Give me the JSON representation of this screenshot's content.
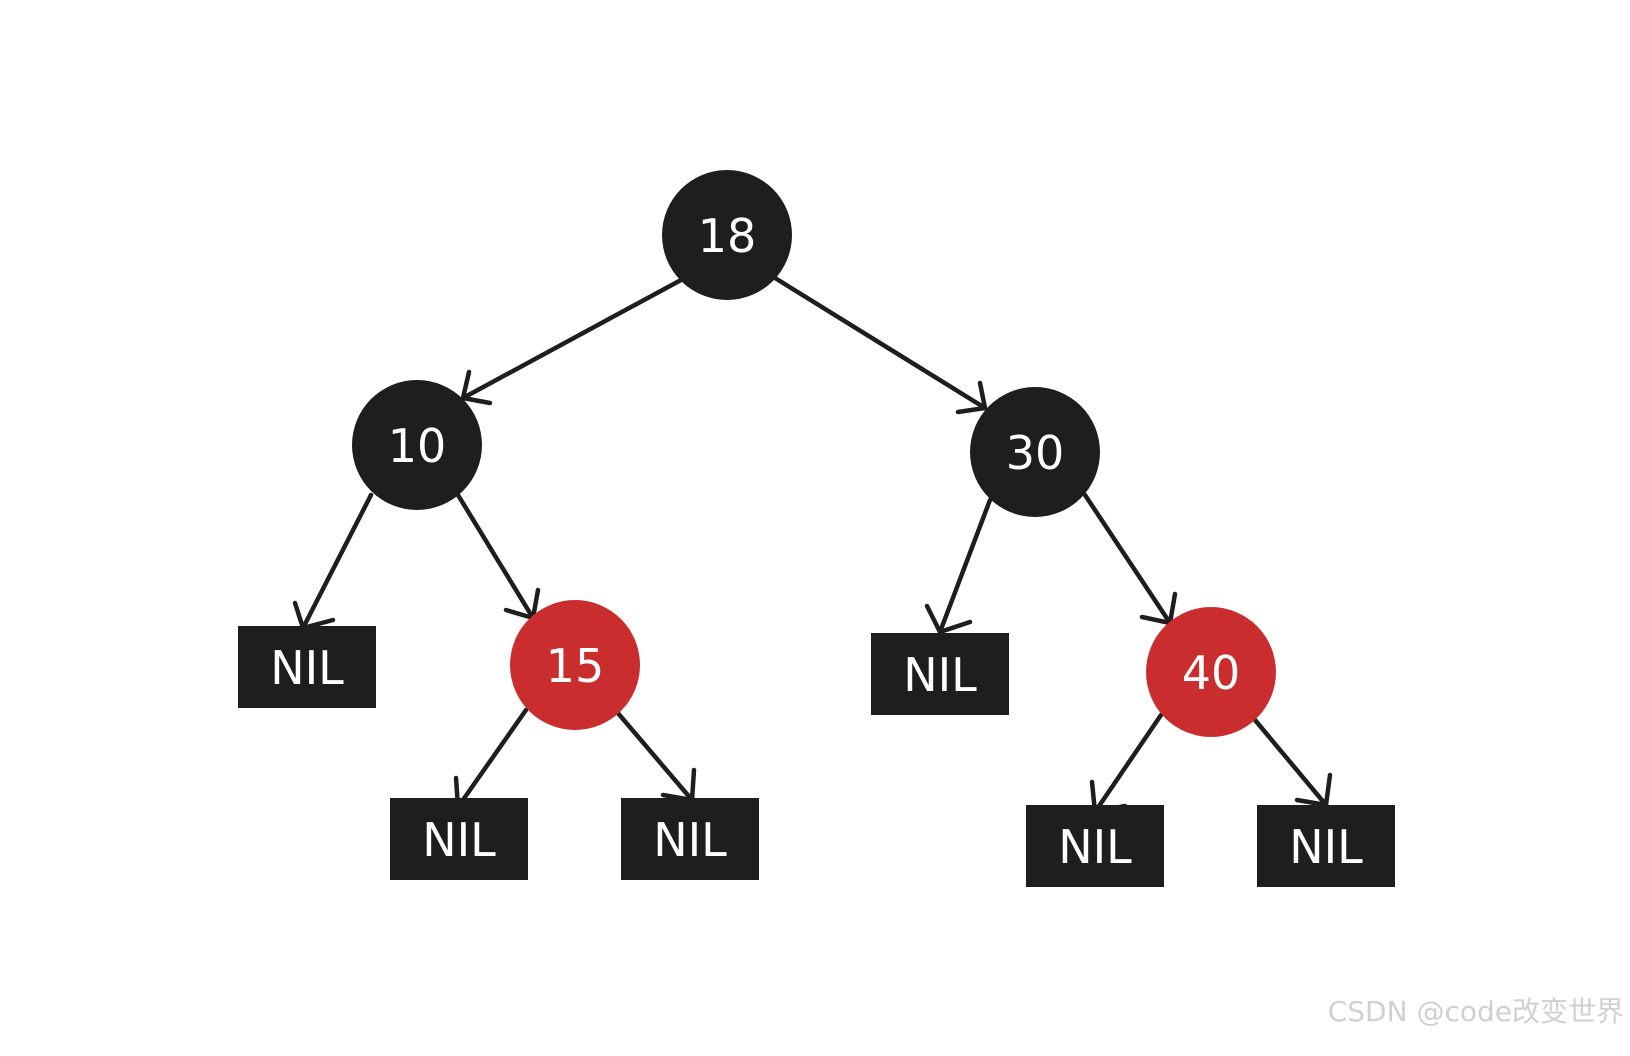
{
  "colors": {
    "black_node": "#1e1e1e",
    "red_node": "#c92d2d",
    "edge": "#1e1e1e",
    "label": "#ffffff",
    "watermark": "#d0d0d0"
  },
  "nodes": {
    "n18": {
      "label": "18",
      "color": "black",
      "shape": "circle"
    },
    "n10": {
      "label": "10",
      "color": "black",
      "shape": "circle"
    },
    "n30": {
      "label": "30",
      "color": "black",
      "shape": "circle"
    },
    "n15": {
      "label": "15",
      "color": "red",
      "shape": "circle"
    },
    "n40": {
      "label": "40",
      "color": "red",
      "shape": "circle"
    },
    "nil10": {
      "label": "NIL",
      "color": "black",
      "shape": "rect"
    },
    "nil15l": {
      "label": "NIL",
      "color": "black",
      "shape": "rect"
    },
    "nil15r": {
      "label": "NIL",
      "color": "black",
      "shape": "rect"
    },
    "nil30": {
      "label": "NIL",
      "color": "black",
      "shape": "rect"
    },
    "nil40l": {
      "label": "NIL",
      "color": "black",
      "shape": "rect"
    },
    "nil40r": {
      "label": "NIL",
      "color": "black",
      "shape": "rect"
    }
  },
  "edges": [
    {
      "from": "n18",
      "to": "n10"
    },
    {
      "from": "n18",
      "to": "n30"
    },
    {
      "from": "n10",
      "to": "nil10"
    },
    {
      "from": "n10",
      "to": "n15"
    },
    {
      "from": "n15",
      "to": "nil15l"
    },
    {
      "from": "n15",
      "to": "nil15r"
    },
    {
      "from": "n30",
      "to": "nil30"
    },
    {
      "from": "n30",
      "to": "n40"
    },
    {
      "from": "n40",
      "to": "nil40l"
    },
    {
      "from": "n40",
      "to": "nil40r"
    }
  ],
  "watermark": "CSDN @code改变世界"
}
